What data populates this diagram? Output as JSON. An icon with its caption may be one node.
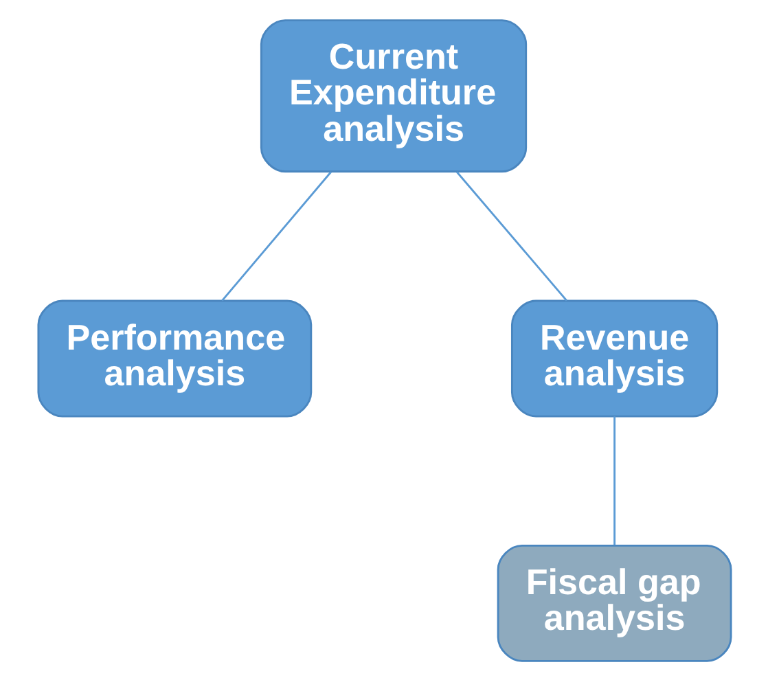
{
  "diagram": {
    "nodes": [
      {
        "text": [
          "Current Expenditure analysis"
        ]
      },
      {
        "text": [
          "Revenue analysis"
        ]
      },
      {
        "text": [
          "Performance analysis"
        ]
      },
      {
        "text": [
          "Fiscal gap analysis"
        ]
      }
    ],
    "edges": [
      {
        "from": 0,
        "to": 2,
        "arrow": "none"
      },
      {
        "from": 1,
        "to": 0,
        "arrow": "none"
      },
      {
        "from": 1,
        "to": 3,
        "arrow": "none"
      }
    ]
  }
}
